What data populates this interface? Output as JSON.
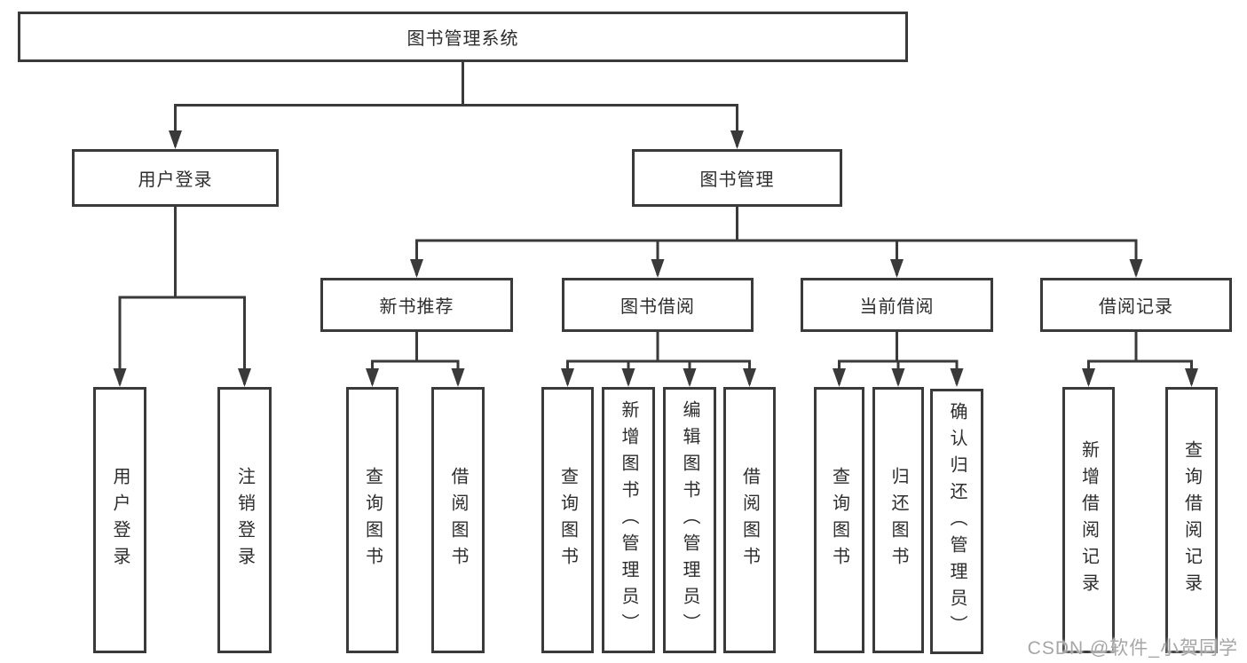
{
  "colors": {
    "line": "#3a3a3a",
    "box_border": "#3a3a3a",
    "text": "#2d2d2d",
    "watermark": "#a6a6a6",
    "background": "#ffffff"
  },
  "tree": {
    "root": {
      "label": "图书管理系统"
    },
    "login_branch": {
      "label": "用户登录",
      "children": [
        {
          "label": "用户登录"
        },
        {
          "label": "注销登录"
        }
      ]
    },
    "management_branch": {
      "label": "图书管理",
      "groups": [
        {
          "label": "新书推荐",
          "children": [
            {
              "label": "查询图书"
            },
            {
              "label": "借阅图书"
            }
          ]
        },
        {
          "label": "图书借阅",
          "children": [
            {
              "label": "查询图书"
            },
            {
              "label": "新增图书（管理员）"
            },
            {
              "label": "编辑图书（管理员）"
            },
            {
              "label": "借阅图书"
            }
          ]
        },
        {
          "label": "当前借阅",
          "children": [
            {
              "label": "查询图书"
            },
            {
              "label": "归还图书"
            },
            {
              "label": "确认归还（管理员）"
            }
          ]
        },
        {
          "label": "借阅记录",
          "children": [
            {
              "label": "新增借阅记录"
            },
            {
              "label": "查询借阅记录"
            }
          ]
        }
      ]
    }
  },
  "watermark": {
    "text": "CSDN @软件_小贺同学"
  }
}
